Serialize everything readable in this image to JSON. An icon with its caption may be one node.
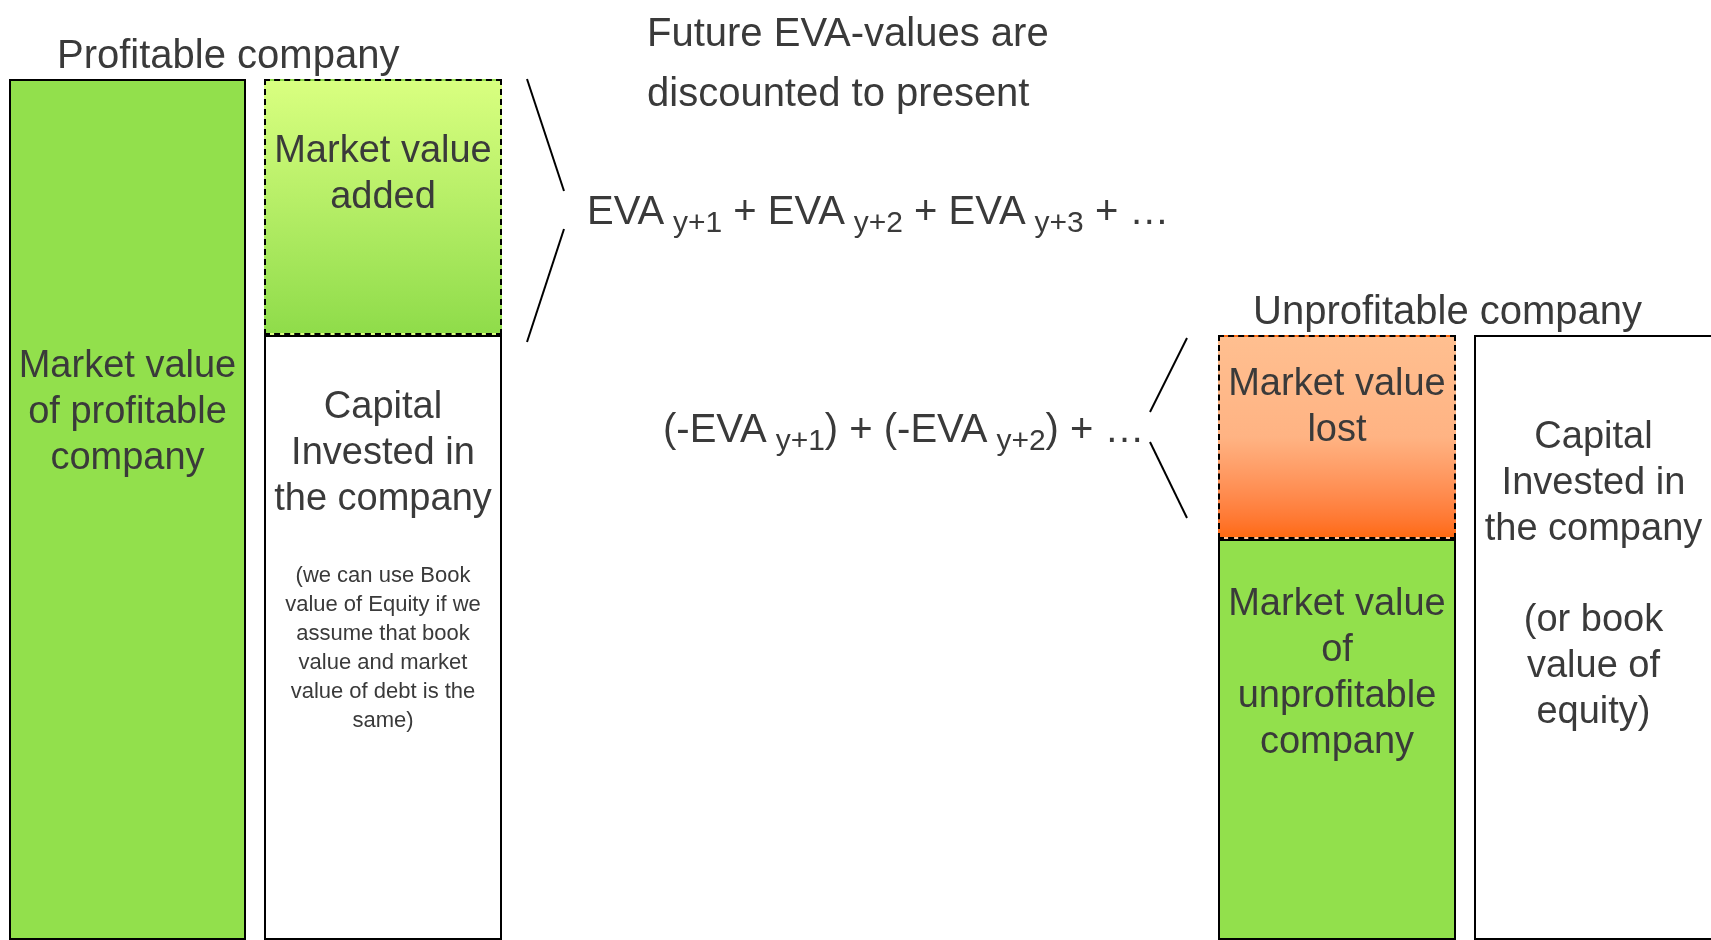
{
  "diagram": {
    "nodes": [
      {
        "text": [
          "Market value of profitable company"
        ]
      },
      {
        "text": [
          "Market value added"
        ]
      },
      {
        "text": [
          "Capital Invested in the company",
          "(we can use  Book value of Equity if we assume that book value and market value of debt is the same)"
        ]
      },
      {
        "text": [
          "Market value lost"
        ]
      },
      {
        "text": [
          "Market value of unprofitable company"
        ]
      },
      {
        "text": [
          "Capital Invested in the company",
          "(or book value of equity)"
        ]
      }
    ],
    "labels": [
      "Profitable company",
      "Future EVA-values are discounted to present",
      "EVA $_{y+1}$ + EVA $_{y+2}$ + EVA $_{y+3}$ + …",
      "Unprofitable company",
      "(-EVA $_{y+1}$) + (-EVA $_{y+2}$) + …"
    ]
  }
}
